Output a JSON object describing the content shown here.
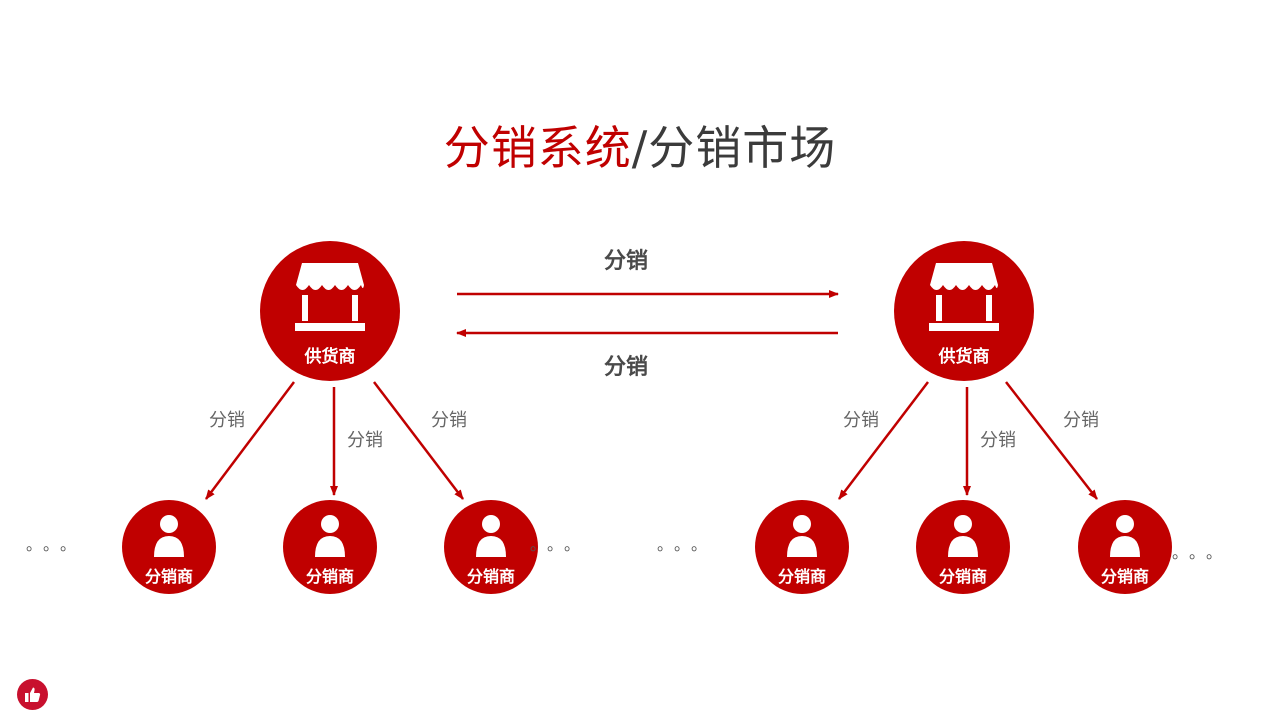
{
  "title": {
    "part1": "分销系统",
    "sep": "/",
    "part2": "分销市场"
  },
  "exchange": {
    "top_label": "分销",
    "bottom_label": "分销"
  },
  "left_group": {
    "supplier_label": "供货商",
    "edge_labels": [
      "分销",
      "分销",
      "分销"
    ],
    "distributors": [
      "分销商",
      "分销商",
      "分销商"
    ],
    "ellipsis_left": "。。。",
    "ellipsis_right": "。。。"
  },
  "right_group": {
    "supplier_label": "供货商",
    "edge_labels": [
      "分销",
      "分销",
      "分销"
    ],
    "distributors": [
      "分销商",
      "分销商",
      "分销商"
    ],
    "ellipsis_left": "。。。",
    "ellipsis_right": "。。。"
  },
  "colors": {
    "accent": "#c00000",
    "text_dark": "#3b3b3b",
    "text_gray": "#666666"
  },
  "icons": {
    "supplier": "storefront-icon",
    "distributor": "user-icon",
    "corner": "thumbs-up-icon"
  }
}
